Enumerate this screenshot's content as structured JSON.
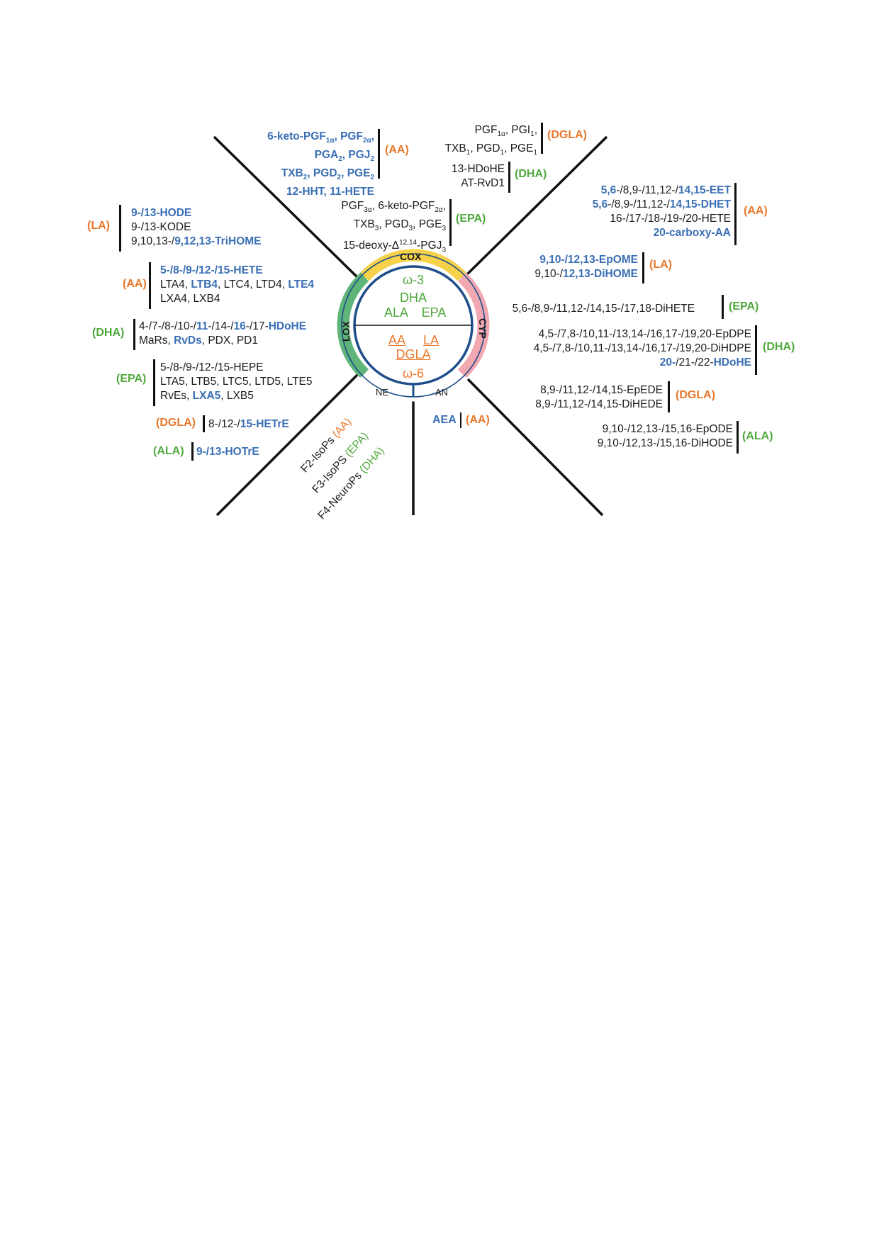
{
  "center": {
    "omega3": "ω-3",
    "omega3_top": "DHA",
    "omega3_left": "ALA",
    "omega3_right": "EPA",
    "omega6_left": "AA",
    "omega6_right": "LA",
    "omega6_mid": "DGLA",
    "omega6": "ω-6"
  },
  "ring": {
    "cox": "COX",
    "cyp": "CYP",
    "lox": "LOX",
    "ne": "NE",
    "an": "AN"
  },
  "colors": {
    "blue": "#3a6fb5",
    "orange": "#e8782a",
    "green": "#4fa83d",
    "cox": "#f5d24a",
    "cyp": "#f2a8b0",
    "lox": "#5fb47a",
    "circle": "#1f4e8a"
  },
  "cox": {
    "aa": [
      [
        {
          "t": "6-keto-PGF",
          "c": "b"
        },
        {
          "t": "1α",
          "c": "b",
          "s": "sub"
        },
        {
          "t": ", PGF",
          "c": "b"
        },
        {
          "t": "2α",
          "c": "b",
          "s": "sub"
        },
        {
          "t": ",",
          "c": "b"
        }
      ],
      [
        {
          "t": "PGA",
          "c": "b"
        },
        {
          "t": "2",
          "c": "b",
          "s": "sub"
        },
        {
          "t": ", PGJ",
          "c": "b"
        },
        {
          "t": "2",
          "c": "b",
          "s": "sub"
        }
      ],
      [
        {
          "t": "TXB",
          "c": "b"
        },
        {
          "t": "2",
          "c": "b",
          "s": "sub"
        },
        {
          "t": ", PGD",
          "c": "b"
        },
        {
          "t": "2",
          "c": "b",
          "s": "sub"
        },
        {
          "t": ", PGE",
          "c": "b"
        },
        {
          "t": "2",
          "c": "b",
          "s": "sub"
        }
      ],
      [
        {
          "t": "12-HHT, 11-HETE",
          "c": "b"
        }
      ]
    ],
    "aa_tag": "(AA)",
    "dgla": [
      [
        {
          "t": "PGF",
          "c": "k"
        },
        {
          "t": "1α",
          "c": "k",
          "s": "sub"
        },
        {
          "t": ", PGI",
          "c": "k"
        },
        {
          "t": "1",
          "c": "k",
          "s": "sub"
        },
        {
          "t": ",",
          "c": "k"
        }
      ],
      [
        {
          "t": "TXB",
          "c": "k"
        },
        {
          "t": "1",
          "c": "k",
          "s": "sub"
        },
        {
          "t": ", PGD",
          "c": "k"
        },
        {
          "t": "1",
          "c": "k",
          "s": "sub"
        },
        {
          "t": ", PGE",
          "c": "k"
        },
        {
          "t": "1",
          "c": "k",
          "s": "sub"
        }
      ]
    ],
    "dgla_tag": "(DGLA)",
    "dha": [
      [
        {
          "t": "13-HDoHE",
          "c": "k"
        }
      ],
      [
        {
          "t": "AT-RvD1",
          "c": "k"
        }
      ]
    ],
    "dha_tag": "(DHA)",
    "epa": [
      [
        {
          "t": "PGF",
          "c": "k"
        },
        {
          "t": "3α",
          "c": "k",
          "s": "sub"
        },
        {
          "t": ", 6-keto-PGF",
          "c": "k"
        },
        {
          "t": "2α",
          "c": "k",
          "s": "sub"
        },
        {
          "t": ",",
          "c": "k"
        }
      ],
      [
        {
          "t": "TXB",
          "c": "k"
        },
        {
          "t": "3",
          "c": "k",
          "s": "sub"
        },
        {
          "t": ", PGD",
          "c": "k"
        },
        {
          "t": "3",
          "c": "k",
          "s": "sub"
        },
        {
          "t": ", PGE",
          "c": "k"
        },
        {
          "t": "3",
          "c": "k",
          "s": "sub"
        }
      ],
      [
        {
          "t": "15-deoxy-Δ",
          "c": "k"
        },
        {
          "t": "12,14",
          "c": "k",
          "s": "sup"
        },
        {
          "t": "-PGJ",
          "c": "k"
        },
        {
          "t": "3",
          "c": "k",
          "s": "sub"
        }
      ]
    ],
    "epa_tag": "(EPA)"
  },
  "lox": {
    "la": [
      [
        {
          "t": "9-/13-HODE",
          "c": "b"
        }
      ],
      [
        {
          "t": "9-/13-KODE",
          "c": "k"
        }
      ],
      [
        {
          "t": "9,10,13-/",
          "c": "k"
        },
        {
          "t": "9,12,13-TriHOME",
          "c": "b"
        }
      ]
    ],
    "la_tag": "(LA)",
    "aa": [
      [
        {
          "t": "5-/8-/9-/12-/15-HETE",
          "c": "b"
        }
      ],
      [
        {
          "t": "LTA4, ",
          "c": "k"
        },
        {
          "t": "LTB4",
          "c": "b"
        },
        {
          "t": ", LTC4, LTD4, ",
          "c": "k"
        },
        {
          "t": "LTE4",
          "c": "b"
        }
      ],
      [
        {
          "t": "LXA4, LXB4",
          "c": "k"
        }
      ]
    ],
    "aa_tag": "(AA)",
    "dha": [
      [
        {
          "t": "4-/7-/8-/10-/",
          "c": "k"
        },
        {
          "t": "11",
          "c": "b"
        },
        {
          "t": "-/14-/",
          "c": "k"
        },
        {
          "t": "16",
          "c": "b"
        },
        {
          "t": "-/17-",
          "c": "k"
        },
        {
          "t": "HDoHE",
          "c": "b"
        }
      ],
      [
        {
          "t": "MaRs, ",
          "c": "k"
        },
        {
          "t": "RvDs",
          "c": "b"
        },
        {
          "t": ", PDX, PD1",
          "c": "k"
        }
      ]
    ],
    "dha_tag": "(DHA)",
    "epa": [
      [
        {
          "t": "5-/8-/9-/12-/15-HEPE",
          "c": "k"
        }
      ],
      [
        {
          "t": "LTA5, LTB5, LTC5, LTD5, LTE5",
          "c": "k"
        }
      ],
      [
        {
          "t": "RvEs, ",
          "c": "k"
        },
        {
          "t": "LXA5",
          "c": "b"
        },
        {
          "t": ", LXB5",
          "c": "k"
        }
      ]
    ],
    "epa_tag": "(EPA)",
    "dgla": [
      [
        {
          "t": "8-/12-/",
          "c": "k"
        },
        {
          "t": "15-HETrE",
          "c": "b"
        }
      ]
    ],
    "dgla_tag": "(DGLA)",
    "ala": [
      [
        {
          "t": "9-/13-HOTrE",
          "c": "b"
        }
      ]
    ],
    "ala_tag": "(ALA)"
  },
  "cyp": {
    "aa": [
      [
        {
          "t": "5,6",
          "c": "b"
        },
        {
          "t": "-/8,9-/11,12-/",
          "c": "k"
        },
        {
          "t": "14,15-EET",
          "c": "b"
        }
      ],
      [
        {
          "t": "5,6",
          "c": "b"
        },
        {
          "t": "-/8,9-/11,12-/",
          "c": "k"
        },
        {
          "t": "14,15-DHET",
          "c": "b"
        }
      ],
      [
        {
          "t": "16-/17-/18-/19-/20-HETE",
          "c": "k"
        }
      ],
      [
        {
          "t": "20-carboxy-AA",
          "c": "b"
        }
      ]
    ],
    "aa_tag": "(AA)",
    "la": [
      [
        {
          "t": "9,10-/12,13-EpOME",
          "c": "b"
        }
      ],
      [
        {
          "t": "9,10-/",
          "c": "k"
        },
        {
          "t": "12,13-DiHOME",
          "c": "b"
        }
      ]
    ],
    "la_tag": "(LA)",
    "epa": [
      [
        {
          "t": "5,6-/8,9-/11,12-/14,15-/17,18-DiHETE",
          "c": "k"
        }
      ]
    ],
    "epa_tag": "(EPA)",
    "dha": [
      [
        {
          "t": "4,5-/7,8-/10,11-/13,14-/16,17-/19,20-EpDPE",
          "c": "k"
        }
      ],
      [
        {
          "t": "4,5-/7,8-/10,11-/13,14-/16,17-/19,20-DiHDPE",
          "c": "k"
        }
      ],
      [
        {
          "t": "20-",
          "c": "b"
        },
        {
          "t": "/21-/22-",
          "c": "k"
        },
        {
          "t": "HDoHE",
          "c": "b"
        }
      ]
    ],
    "dha_tag": "(DHA)",
    "dgla": [
      [
        {
          "t": "8,9-/11,12-/14,15-EpEDE",
          "c": "k"
        }
      ],
      [
        {
          "t": "8,9-/11,12-/14,15-DiHEDE",
          "c": "k"
        }
      ]
    ],
    "dgla_tag": "(DGLA)",
    "ala": [
      [
        {
          "t": "9,10-/12,13-/15,16-EpODE",
          "c": "k"
        }
      ],
      [
        {
          "t": "9,10-/12,13-/15,16-DiHODE",
          "c": "k"
        }
      ]
    ],
    "ala_tag": "(ALA)"
  },
  "an": {
    "aea": "AEA",
    "aea_tag": "(AA)"
  },
  "ne": {
    "f2": "F2-IsoPs ",
    "f2_tag": "(AA)",
    "f3": "F3-IsoPS ",
    "f3_tag": "(EPA)",
    "f4": "F4-NeuroPs ",
    "f4_tag": "(DHA)"
  }
}
